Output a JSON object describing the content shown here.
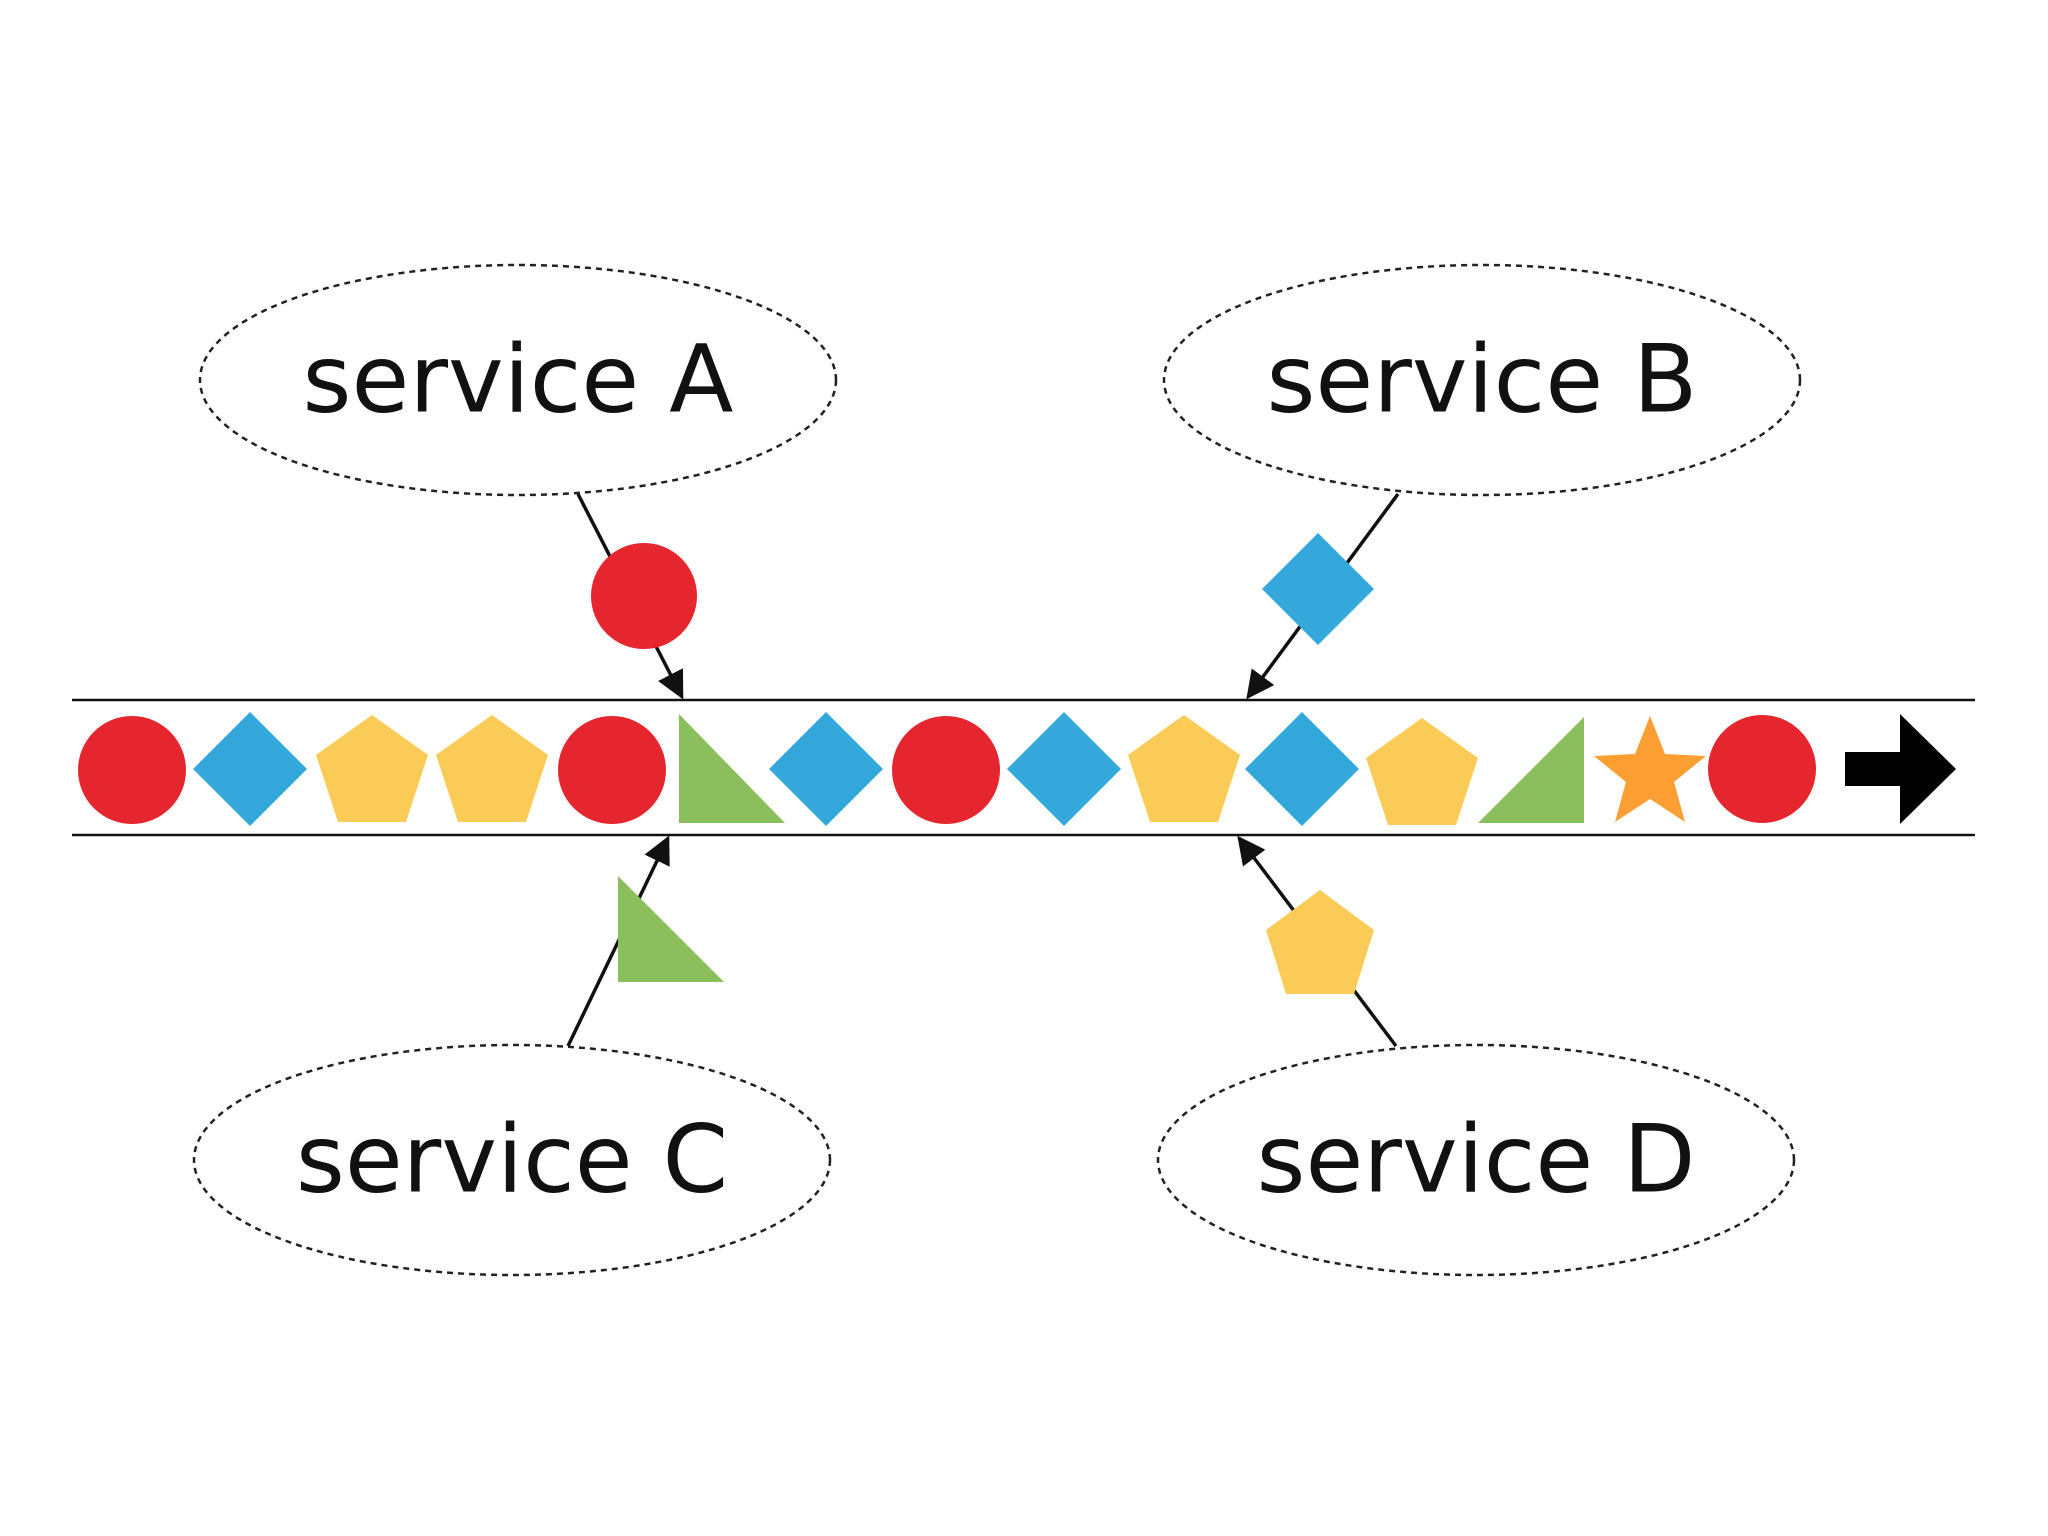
{
  "services": [
    {
      "id": "a",
      "label": "service A"
    },
    {
      "id": "b",
      "label": "service B"
    },
    {
      "id": "c",
      "label": "service C"
    },
    {
      "id": "d",
      "label": "service D"
    }
  ],
  "colors": {
    "red": "#e5262f",
    "blue": "#34a7db",
    "yellow": "#fbcb58",
    "green": "#8bbf5e",
    "orange": "#fb9f33",
    "black": "#000000"
  },
  "icons": {
    "stream_direction": "arrow-right-icon"
  },
  "stream": {
    "items": [
      "circle",
      "diamond",
      "pentagon",
      "pentagon",
      "circle",
      "right-triangle",
      "diamond",
      "circle",
      "diamond",
      "pentagon",
      "diamond",
      "pentagon",
      "left-triangle",
      "star",
      "circle",
      "arrow-right"
    ]
  }
}
